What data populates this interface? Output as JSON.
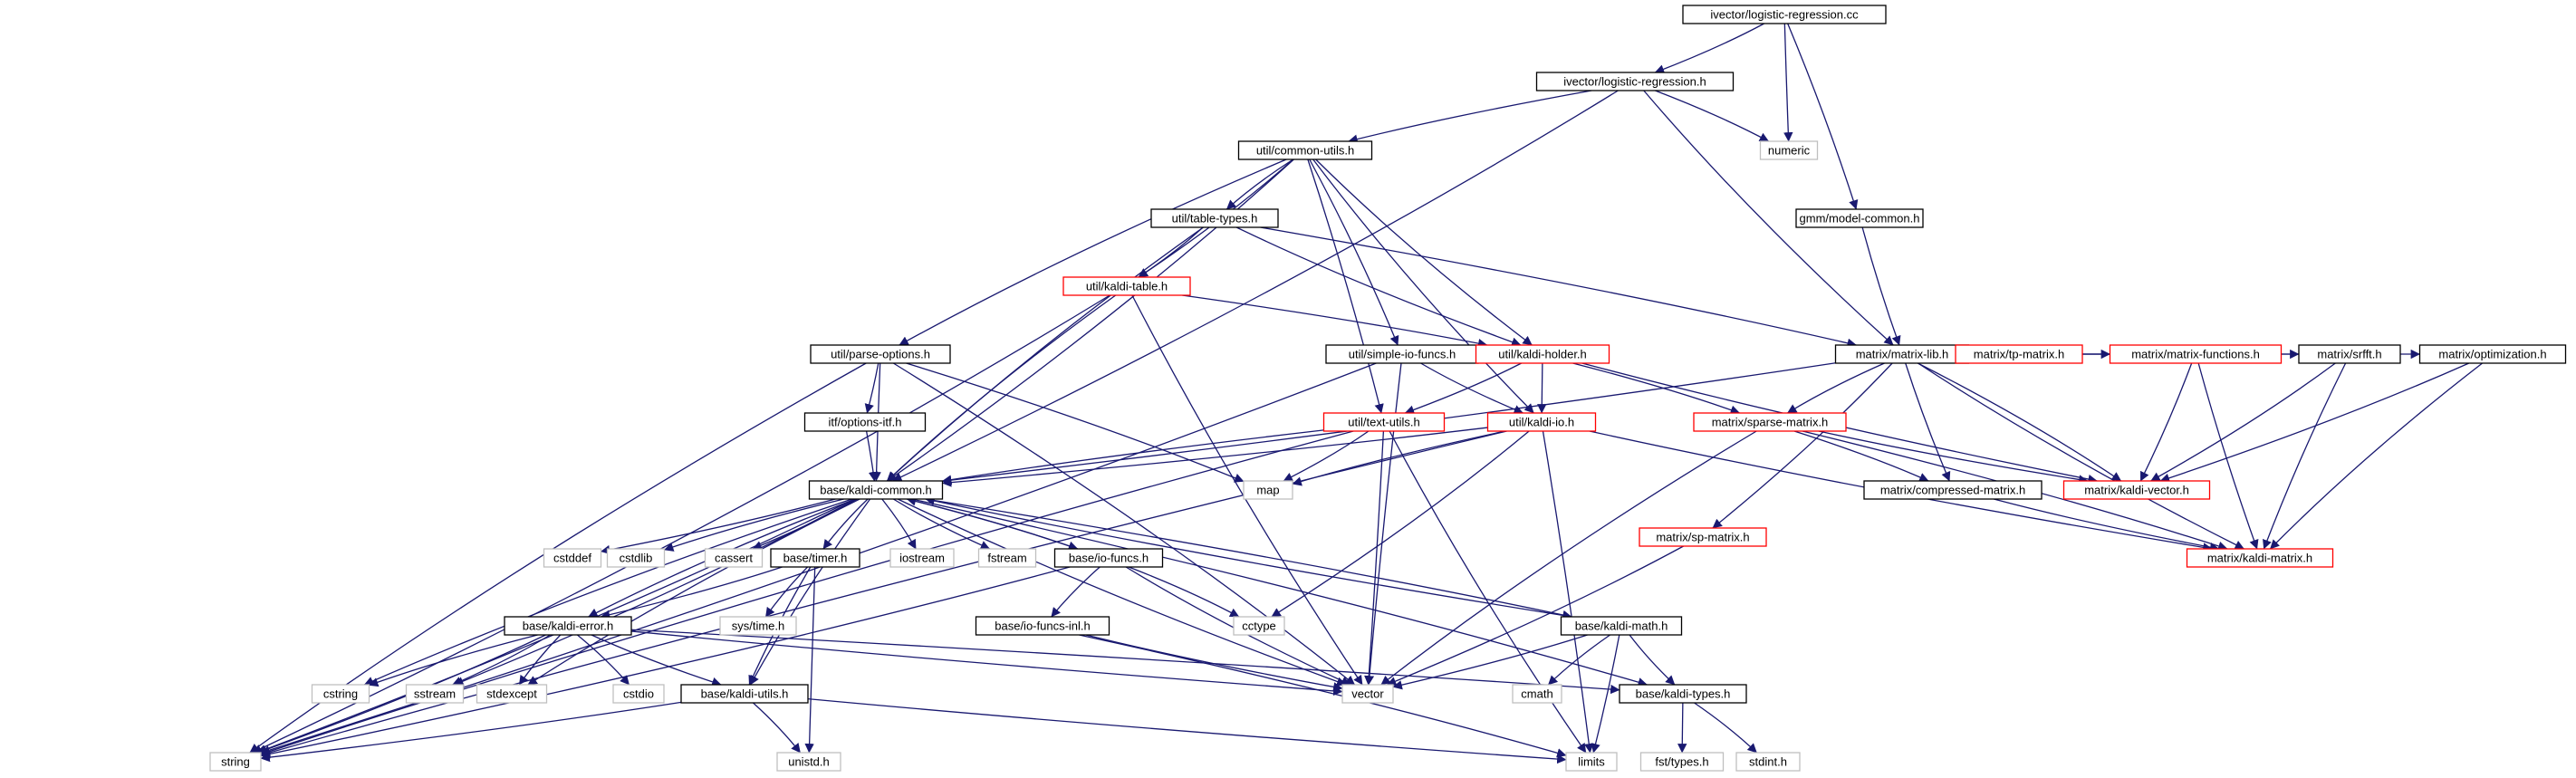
{
  "colors": {
    "edge": "#191970",
    "root_fill": "#bfbfbf",
    "border_normal": "#000000",
    "border_truncated": "#ff0000",
    "border_system": "#bfbfbf"
  },
  "graph": {
    "root": "logreg_cc",
    "nodes": [
      {
        "id": "logreg_cc",
        "label": "ivector/logistic-regression.cc",
        "kind": "root"
      },
      {
        "id": "logreg_h",
        "label": "ivector/logistic-regression.h",
        "kind": "normal"
      },
      {
        "id": "numeric",
        "label": "numeric",
        "kind": "system"
      },
      {
        "id": "common_utils",
        "label": "util/common-utils.h",
        "kind": "normal"
      },
      {
        "id": "model_common",
        "label": "gmm/model-common.h",
        "kind": "normal"
      },
      {
        "id": "table_types",
        "label": "util/table-types.h",
        "kind": "normal"
      },
      {
        "id": "kaldi_table",
        "label": "util/kaldi-table.h",
        "kind": "truncated"
      },
      {
        "id": "matrix_lib",
        "label": "matrix/matrix-lib.h",
        "kind": "normal"
      },
      {
        "id": "parse_options",
        "label": "util/parse-options.h",
        "kind": "normal"
      },
      {
        "id": "simple_io",
        "label": "util/simple-io-funcs.h",
        "kind": "normal"
      },
      {
        "id": "kaldi_holder",
        "label": "util/kaldi-holder.h",
        "kind": "truncated"
      },
      {
        "id": "options_itf",
        "label": "itf/options-itf.h",
        "kind": "normal"
      },
      {
        "id": "text_utils",
        "label": "util/text-utils.h",
        "kind": "truncated"
      },
      {
        "id": "kaldi_io",
        "label": "util/kaldi-io.h",
        "kind": "truncated"
      },
      {
        "id": "sparse_matrix",
        "label": "matrix/sparse-matrix.h",
        "kind": "truncated"
      },
      {
        "id": "tp_matrix",
        "label": "matrix/tp-matrix.h",
        "kind": "truncated"
      },
      {
        "id": "matrix_functions",
        "label": "matrix/matrix-functions.h",
        "kind": "truncated"
      },
      {
        "id": "srfft",
        "label": "matrix/srfft.h",
        "kind": "normal"
      },
      {
        "id": "optimization",
        "label": "matrix/optimization.h",
        "kind": "normal"
      },
      {
        "id": "kaldi_common",
        "label": "base/kaldi-common.h",
        "kind": "normal"
      },
      {
        "id": "map",
        "label": "map",
        "kind": "system"
      },
      {
        "id": "sp_matrix",
        "label": "matrix/sp-matrix.h",
        "kind": "truncated"
      },
      {
        "id": "compressed_matrix",
        "label": "matrix/compressed-matrix.h",
        "kind": "normal"
      },
      {
        "id": "kaldi_vector",
        "label": "matrix/kaldi-vector.h",
        "kind": "truncated"
      },
      {
        "id": "cstddef",
        "label": "cstddef",
        "kind": "system"
      },
      {
        "id": "cstdlib",
        "label": "cstdlib",
        "kind": "system"
      },
      {
        "id": "cassert",
        "label": "cassert",
        "kind": "system"
      },
      {
        "id": "timer",
        "label": "base/timer.h",
        "kind": "normal"
      },
      {
        "id": "iostream",
        "label": "iostream",
        "kind": "system"
      },
      {
        "id": "fstream",
        "label": "fstream",
        "kind": "system"
      },
      {
        "id": "io_funcs",
        "label": "base/io-funcs.h",
        "kind": "normal"
      },
      {
        "id": "kaldi_matrix",
        "label": "matrix/kaldi-matrix.h",
        "kind": "truncated"
      },
      {
        "id": "kaldi_error",
        "label": "base/kaldi-error.h",
        "kind": "normal"
      },
      {
        "id": "systime",
        "label": "sys/time.h",
        "kind": "system"
      },
      {
        "id": "cctype",
        "label": "cctype",
        "kind": "system"
      },
      {
        "id": "io_funcs_inl",
        "label": "base/io-funcs-inl.h",
        "kind": "normal"
      },
      {
        "id": "kaldi_math",
        "label": "base/kaldi-math.h",
        "kind": "normal"
      },
      {
        "id": "cstring",
        "label": "cstring",
        "kind": "system"
      },
      {
        "id": "sstream",
        "label": "sstream",
        "kind": "system"
      },
      {
        "id": "stdexcept",
        "label": "stdexcept",
        "kind": "system"
      },
      {
        "id": "cstdio",
        "label": "cstdio",
        "kind": "system"
      },
      {
        "id": "kaldi_utils",
        "label": "base/kaldi-utils.h",
        "kind": "normal"
      },
      {
        "id": "vector",
        "label": "vector",
        "kind": "system"
      },
      {
        "id": "cmath",
        "label": "cmath",
        "kind": "system"
      },
      {
        "id": "kaldi_types",
        "label": "base/kaldi-types.h",
        "kind": "normal"
      },
      {
        "id": "string",
        "label": "string",
        "kind": "system"
      },
      {
        "id": "unistd",
        "label": "unistd.h",
        "kind": "system"
      },
      {
        "id": "limits",
        "label": "limits",
        "kind": "system"
      },
      {
        "id": "fst_types",
        "label": "fst/types.h",
        "kind": "system"
      },
      {
        "id": "stdint",
        "label": "stdint.h",
        "kind": "system"
      }
    ],
    "edges": [
      [
        "logreg_cc",
        "logreg_h"
      ],
      [
        "logreg_cc",
        "numeric"
      ],
      [
        "logreg_cc",
        "model_common"
      ],
      [
        "logreg_h",
        "common_utils"
      ],
      [
        "logreg_h",
        "numeric"
      ],
      [
        "logreg_h",
        "matrix_lib"
      ],
      [
        "logreg_h",
        "kaldi_common"
      ],
      [
        "common_utils",
        "table_types"
      ],
      [
        "common_utils",
        "kaldi_table"
      ],
      [
        "common_utils",
        "parse_options"
      ],
      [
        "common_utils",
        "simple_io"
      ],
      [
        "common_utils",
        "kaldi_holder"
      ],
      [
        "common_utils",
        "text_utils"
      ],
      [
        "common_utils",
        "kaldi_io"
      ],
      [
        "common_utils",
        "kaldi_common"
      ],
      [
        "model_common",
        "matrix_lib"
      ],
      [
        "table_types",
        "kaldi_table"
      ],
      [
        "table_types",
        "kaldi_holder"
      ],
      [
        "table_types",
        "matrix_lib"
      ],
      [
        "table_types",
        "kaldi_common"
      ],
      [
        "kaldi_table",
        "kaldi_holder"
      ],
      [
        "kaldi_table",
        "kaldi_common"
      ],
      [
        "kaldi_table",
        "string"
      ],
      [
        "kaldi_table",
        "vector"
      ],
      [
        "matrix_lib",
        "kaldi_common"
      ],
      [
        "matrix_lib",
        "sparse_matrix"
      ],
      [
        "matrix_lib",
        "tp_matrix"
      ],
      [
        "matrix_lib",
        "matrix_functions"
      ],
      [
        "matrix_lib",
        "srfft"
      ],
      [
        "matrix_lib",
        "optimization"
      ],
      [
        "matrix_lib",
        "sp_matrix"
      ],
      [
        "matrix_lib",
        "compressed_matrix"
      ],
      [
        "matrix_lib",
        "kaldi_vector"
      ],
      [
        "matrix_lib",
        "kaldi_matrix"
      ],
      [
        "parse_options",
        "options_itf"
      ],
      [
        "parse_options",
        "kaldi_common"
      ],
      [
        "parse_options",
        "map"
      ],
      [
        "parse_options",
        "string"
      ],
      [
        "parse_options",
        "vector"
      ],
      [
        "simple_io",
        "kaldi_io"
      ],
      [
        "simple_io",
        "string"
      ],
      [
        "simple_io",
        "vector"
      ],
      [
        "kaldi_holder",
        "text_utils"
      ],
      [
        "kaldi_holder",
        "kaldi_io"
      ],
      [
        "kaldi_holder",
        "sparse_matrix"
      ],
      [
        "kaldi_holder",
        "kaldi_vector"
      ],
      [
        "options_itf",
        "kaldi_common"
      ],
      [
        "text_utils",
        "kaldi_common"
      ],
      [
        "text_utils",
        "map"
      ],
      [
        "text_utils",
        "string"
      ],
      [
        "text_utils",
        "vector"
      ],
      [
        "text_utils",
        "limits"
      ],
      [
        "kaldi_io",
        "kaldi_common"
      ],
      [
        "kaldi_io",
        "map"
      ],
      [
        "kaldi_io",
        "cctype"
      ],
      [
        "kaldi_io",
        "string"
      ],
      [
        "kaldi_io",
        "limits"
      ],
      [
        "kaldi_io",
        "kaldi_matrix"
      ],
      [
        "sparse_matrix",
        "compressed_matrix"
      ],
      [
        "sparse_matrix",
        "kaldi_vector"
      ],
      [
        "sparse_matrix",
        "kaldi_matrix"
      ],
      [
        "sparse_matrix",
        "vector"
      ],
      [
        "matrix_functions",
        "kaldi_vector"
      ],
      [
        "matrix_functions",
        "kaldi_matrix"
      ],
      [
        "srfft",
        "kaldi_vector"
      ],
      [
        "srfft",
        "kaldi_matrix"
      ],
      [
        "optimization",
        "kaldi_vector"
      ],
      [
        "optimization",
        "kaldi_matrix"
      ],
      [
        "sp_matrix",
        "vector"
      ],
      [
        "compressed_matrix",
        "kaldi_matrix"
      ],
      [
        "kaldi_common",
        "cstddef"
      ],
      [
        "kaldi_common",
        "cstdlib"
      ],
      [
        "kaldi_common",
        "cassert"
      ],
      [
        "kaldi_common",
        "timer"
      ],
      [
        "kaldi_common",
        "iostream"
      ],
      [
        "kaldi_common",
        "fstream"
      ],
      [
        "kaldi_common",
        "io_funcs"
      ],
      [
        "kaldi_common",
        "kaldi_error"
      ],
      [
        "kaldi_common",
        "kaldi_math"
      ],
      [
        "kaldi_common",
        "kaldi_utils"
      ],
      [
        "kaldi_common",
        "kaldi_types"
      ],
      [
        "kaldi_common",
        "cstring"
      ],
      [
        "kaldi_common",
        "sstream"
      ],
      [
        "kaldi_common",
        "stdexcept"
      ],
      [
        "kaldi_common",
        "string"
      ],
      [
        "kaldi_common",
        "vector"
      ],
      [
        "timer",
        "kaldi_error"
      ],
      [
        "timer",
        "systime"
      ],
      [
        "timer",
        "unistd"
      ],
      [
        "timer",
        "kaldi_utils"
      ],
      [
        "io_funcs",
        "kaldi_common"
      ],
      [
        "io_funcs",
        "io_funcs_inl"
      ],
      [
        "io_funcs",
        "cctype"
      ],
      [
        "io_funcs",
        "vector"
      ],
      [
        "io_funcs",
        "string"
      ],
      [
        "kaldi_error",
        "cstring"
      ],
      [
        "kaldi_error",
        "sstream"
      ],
      [
        "kaldi_error",
        "stdexcept"
      ],
      [
        "kaldi_error",
        "cstdio"
      ],
      [
        "kaldi_error",
        "kaldi_utils"
      ],
      [
        "kaldi_error",
        "string"
      ],
      [
        "kaldi_error",
        "vector"
      ],
      [
        "kaldi_error",
        "kaldi_types"
      ],
      [
        "io_funcs_inl",
        "vector"
      ],
      [
        "io_funcs_inl",
        "limits"
      ],
      [
        "kaldi_math",
        "kaldi_common"
      ],
      [
        "kaldi_math",
        "vector"
      ],
      [
        "kaldi_math",
        "cmath"
      ],
      [
        "kaldi_math",
        "limits"
      ],
      [
        "kaldi_math",
        "kaldi_types"
      ],
      [
        "kaldi_utils",
        "string"
      ],
      [
        "kaldi_utils",
        "limits"
      ],
      [
        "kaldi_utils",
        "unistd"
      ],
      [
        "kaldi_types",
        "fst_types"
      ],
      [
        "kaldi_types",
        "stdint"
      ]
    ]
  }
}
